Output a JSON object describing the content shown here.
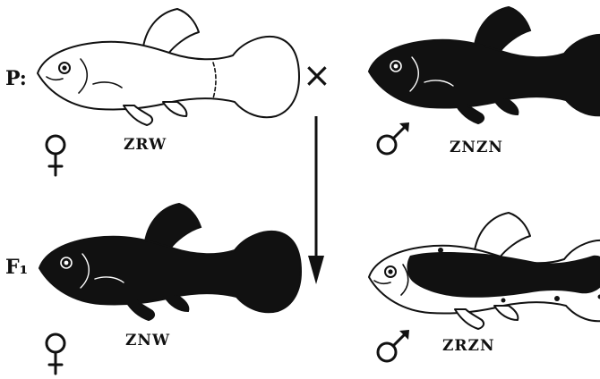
{
  "generations": {
    "parental": "P:",
    "first_filial": "F₁"
  },
  "cross_symbol": "×",
  "fish": [
    {
      "genotype": "ZRW",
      "sex": "female",
      "coloring": "white",
      "sex_icon": "female-symbol-icon"
    },
    {
      "genotype": "ZNZN",
      "sex": "male",
      "coloring": "black",
      "sex_icon": "male-symbol-icon"
    },
    {
      "genotype": "ZNW",
      "sex": "female",
      "coloring": "black",
      "sex_icon": "female-symbol-icon"
    },
    {
      "genotype": "ZRZN",
      "sex": "male",
      "coloring": "mottled",
      "sex_icon": "male-symbol-icon"
    }
  ],
  "colors": {
    "ink": "#111111",
    "background": "#ffffff"
  }
}
